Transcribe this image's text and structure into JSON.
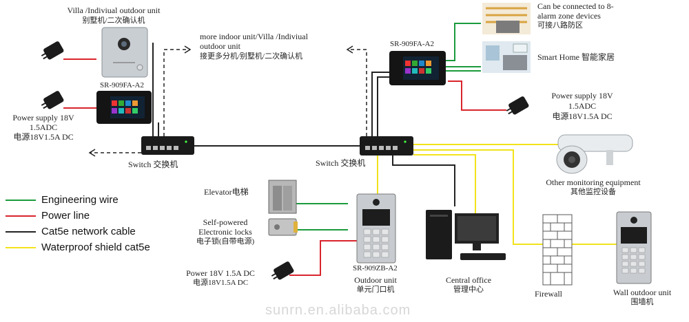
{
  "colors": {
    "engineering": "#1a9a3c",
    "power": "#d9242b",
    "cat5e": "#222222",
    "waterproof": "#f2e21a"
  },
  "labels": {
    "villa_title": "Villa /Indiviual outdoor unit",
    "villa_cn": "别墅机/二次确认机",
    "model_left": "SR-909FA-A2",
    "power_left_1": "Power supply 18V",
    "power_left_2": "1.5ADC",
    "power_left_3": "电源18V1.5A DC",
    "switch_left": "Switch 交换机",
    "more_indoor_1": "more indoor unit/Villa /Indiviual",
    "more_indoor_2": "outdoor unit",
    "more_indoor_3": "接更多分机/别墅机/二次确认机",
    "model_right": "SR-909FA-A2",
    "alarm_1": "Can be connected to 8-",
    "alarm_2": "alarm zone devices",
    "alarm_3": "可接八路防区",
    "smart_home": "Smart Home 智能家居",
    "power_right_1": "Power supply 18V",
    "power_right_2": "1.5ADC",
    "power_right_3": "电源18V1.5A DC",
    "switch_right": "Switch 交换机",
    "other_monitor_1": "Other monitoring equipment",
    "other_monitor_2": "其他监控设备",
    "elevator": "Elevator电梯",
    "locks_1": "Self-powered",
    "locks_2": "Electronic locks",
    "locks_3": "电子锁(自带电源)",
    "power_bottom_1": "Power 18V 1.5A DC",
    "power_bottom_2": "电源18V1.5A DC",
    "model_outdoor": "SR-909ZB-A2",
    "outdoor_1": "Outdoor unit",
    "outdoor_2": "单元门口机",
    "central_1": "Central office",
    "central_2": "管理中心",
    "firewall": "Firewall",
    "wall_1": "Wall outdoor unit",
    "wall_2": "围墙机",
    "watermark": "sunrn.en.alibaba.com"
  },
  "legend": [
    {
      "label": "Engineering wire",
      "color": "#1a9a3c"
    },
    {
      "label": "Power line",
      "color": "#d9242b"
    },
    {
      "label": "Cat5e network cable",
      "color": "#222222"
    },
    {
      "label": "Waterproof shield cat5e",
      "color": "#f2e21a"
    }
  ]
}
